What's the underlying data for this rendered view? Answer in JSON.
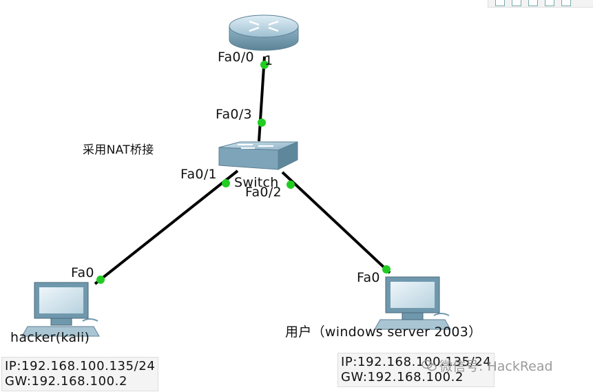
{
  "diagram": {
    "nat_note": "采用NAT桥接",
    "router": {
      "port_a": "Fa0/0",
      "port_b": "1"
    },
    "switch": {
      "name": "Switch",
      "port_uplink": "Fa0/3",
      "port_left": "Fa0/1",
      "port_right": "Fa0/2"
    },
    "hacker": {
      "name": "hacker(kali)",
      "port": "Fa0",
      "ip": "IP:192.168.100.135/24",
      "gw": "GW:192.168.100.2"
    },
    "user": {
      "name": "用户（windows server 2003）",
      "port": "Fa0",
      "ip": "IP:192.168.100.135/24",
      "gw": "GW:192.168.100.2"
    }
  },
  "watermark": "微信号: HackRead",
  "colors": {
    "link": "#000000",
    "port_led": "#22cc22",
    "device": "#8fb3c7"
  }
}
